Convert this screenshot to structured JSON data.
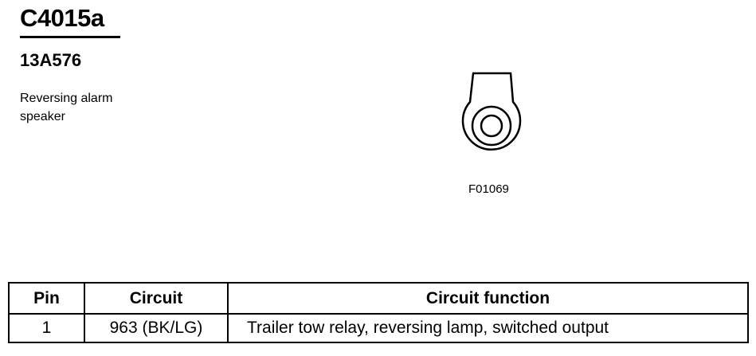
{
  "connector": {
    "id": "C4015a",
    "part_number": "13A576",
    "description": "Reversing alarm speaker",
    "figure_id": "F01069"
  },
  "table": {
    "headers": [
      "Pin",
      "Circuit",
      "Circuit function"
    ],
    "rows": [
      {
        "pin": "1",
        "circuit": "963 (BK/LG)",
        "function": "Trailer tow relay, reversing lamp, switched output"
      }
    ]
  }
}
